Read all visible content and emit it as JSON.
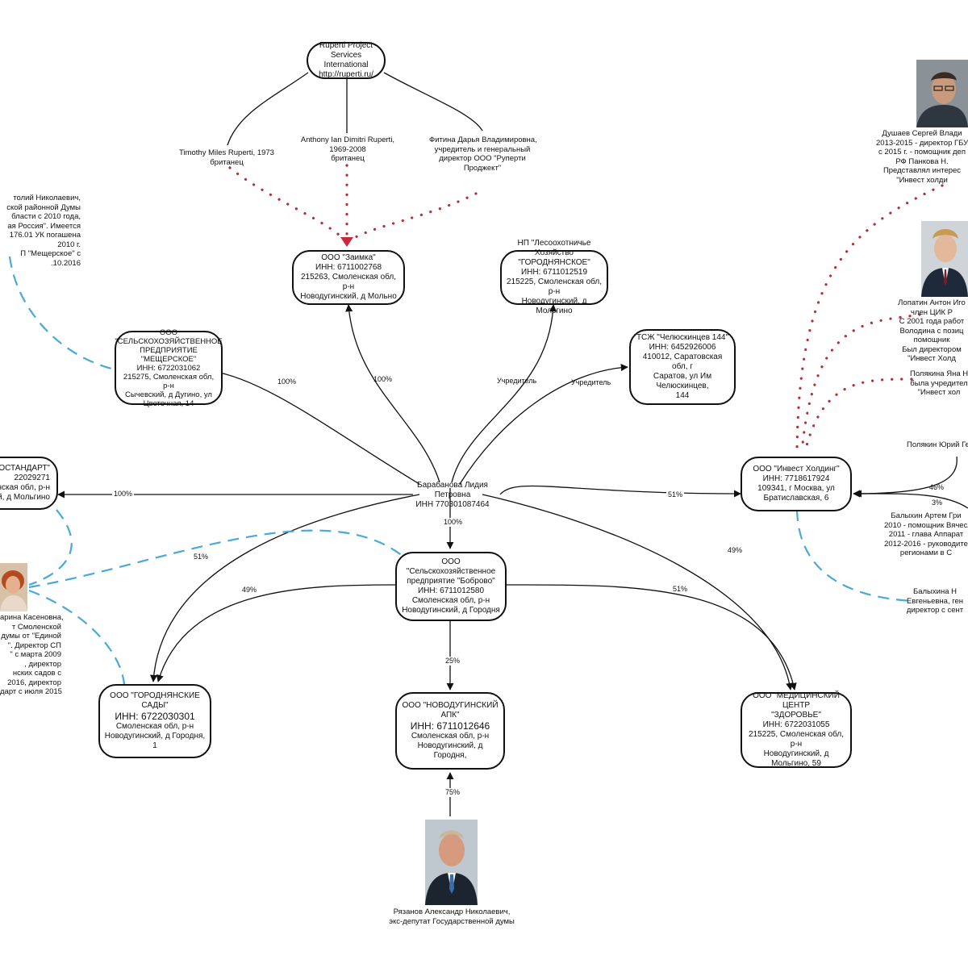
{
  "diagram": {
    "root": {
      "name": "Барабанова Лидия",
      "patronymic": "Петровна",
      "inn": "ИНН 770301087464"
    },
    "ruperti": {
      "line1": "Ruperti Project",
      "line2": "Services International",
      "line3": "http://ruperti.ru/"
    },
    "people_top": {
      "timothy": {
        "line1": "Timothy Miles Ruperti, 1973",
        "line2": "британец"
      },
      "anthony": {
        "line1": "Anthony Ian Dimitri Ruperti,",
        "line2": "1969-2008",
        "line3": "британец"
      },
      "fitina": {
        "line1": "Фитина Дарья Владимировна,",
        "line2": "учредитель и генеральный",
        "line3": "директор ООО \"Руперти",
        "line4": "Проджект\""
      }
    },
    "nodes": {
      "zaimka": {
        "l1": "ООО \"Заимка\"",
        "l2": "ИНН: 6711002768",
        "l3": "215263, Смоленская обл, р-н",
        "l4": "Новодугинский, д Мольно"
      },
      "np": {
        "l1": "НП \"Лесоохотничье Хозяйство",
        "l2": "\"ГОРОДНЯНСКОЕ\"",
        "l3": "ИНН: 6711012519",
        "l4": "215225, Смоленская обл, р-н",
        "l5": "Новодугинский, д Мольгино"
      },
      "tszh": {
        "l1": "ТСЖ \"Челюскинцев 144\"",
        "l2": "ИНН: 6452926006",
        "l3": "410012, Саратовская обл, г",
        "l4": "Саратов, ул Им Челюскинцев,",
        "l5": "144"
      },
      "mesch": {
        "l1": "ООО",
        "l2": "\"СЕЛЬСКОХОЗЯЙСТВЕННОЕ",
        "l3": "ПРЕДПРИЯТИЕ",
        "l4": "\"МЕЩЕРСКОЕ\"",
        "l5": "ИНН: 6722031062",
        "l6": "215275, Смоленская обл, р-н",
        "l7": "Сычевский, д Дугино, ул",
        "l8": "Цветочная, 14"
      },
      "standart": {
        "l1": "ОСТАНДАРТ\"",
        "l2": "22029271",
        "l3": "ленская обл, р-н",
        "l4": "й, д Мольгино"
      },
      "invest": {
        "l1": "ООО \"Инвест Холдинг\"",
        "l2": "ИНН: 7718617924",
        "l3": "109341, г Москва, ул",
        "l4": "Братиславская, 6"
      },
      "bobrovo": {
        "l1": "ООО \"Сельскохозяйственное",
        "l2": "предприятие \"Боброво\"",
        "l3": "ИНН: 6711012580",
        "l4": "Смоленская обл, р-н",
        "l5": "Новодугинский, д Городня"
      },
      "sady": {
        "l1": "ООО \"ГОРОДНЯНСКИЕ САДЫ\"",
        "l2": "ИНН: 6722030301",
        "l3": "Смоленская обл, р-н",
        "l4": "Новодугинский, д Городня, 1"
      },
      "apk": {
        "l1": "ООО \"НОВОДУГИНСКИЙ АПК\"",
        "l2": "ИНН: 6711012646",
        "l3": "Смоленская обл, р-н",
        "l4": "Новодугинский, д Городня,"
      },
      "med": {
        "l1": "ООО \"МЕДИЦИНСКИЙ ЦЕНТР",
        "l2": "\"ЗДОРОВЬЕ\"",
        "l3": "ИНН: 6722031055",
        "l4": "215225, Смоленская обл, р-н",
        "l5": "Новодугинский, д Мольгино, 59"
      }
    },
    "edge_labels": {
      "mesch": "100%",
      "zaimka": "100%",
      "np": "Учредитель",
      "tszh": "Учредитель",
      "standart": "100%",
      "invest": "51%",
      "bobrovo": "100%",
      "sady": "51%",
      "med": "49%",
      "bob_sady": "49%",
      "bob_med": "51%",
      "bob_apk": "25%",
      "ryaz_apk": "75%",
      "pol46": "46%",
      "pol3": "3%"
    },
    "people_left": {
      "anatoliy": [
        "толий Николаевич,",
        "ской районной Думы",
        "бласти с 2010 года,",
        "ая Россия\". Имеется",
        "176.01 УК погашена",
        "2010 г.",
        "П \"Мещерское\" с",
        ".10.2016"
      ],
      "marina": [
        "арина Касеновна,",
        "т Смоленской",
        "думы от \"Единой",
        "\". Директор СП",
        "\" с марта 2009",
        ", директор",
        "нских садов с",
        "2016, директор",
        "дарт с июля 2015"
      ]
    },
    "people_right": {
      "dushaev": [
        "Душаев Сергей Влади",
        "2013-2015 - директор ГБУ",
        "с 2015 г. - помощник деп",
        "РФ Панкова Н.",
        "Представлял интерес",
        "\"Инвест холди"
      ],
      "lopatin": [
        "Лопатин Антон Иго",
        "член ЦИК Р",
        "С 2001 года работ",
        "Володина с позиц",
        "помощник",
        "Был директором",
        "\"Инвест Холд"
      ],
      "polyakina": [
        "Полякина Яна Н",
        "была учредител",
        "\"Инвест хол"
      ],
      "polyakin": [
        "Полякин Юрий Ге"
      ],
      "balykhin": [
        "Балыхин Артем Гри",
        "2010 - помощник Вячесл",
        "2011 - глава Аппарат",
        "2012-2016 - руководите",
        "регионами в С"
      ],
      "balykhina": [
        "Балыхина Н",
        "Евгеньевна, ген",
        "директор с сент"
      ]
    },
    "ryazanov": {
      "line1": "Рязанов Александр Николаевич,",
      "line2": "экс-депутат Государственной думы"
    },
    "colors": {
      "ink": "#111111",
      "dotted": "#b0303a",
      "dashed": "#4aa9d6"
    },
    "icons": [
      "person-photo-man-suit",
      "person-photo-woman",
      "person-photo-man-glasses",
      "person-photo-young-man"
    ]
  }
}
